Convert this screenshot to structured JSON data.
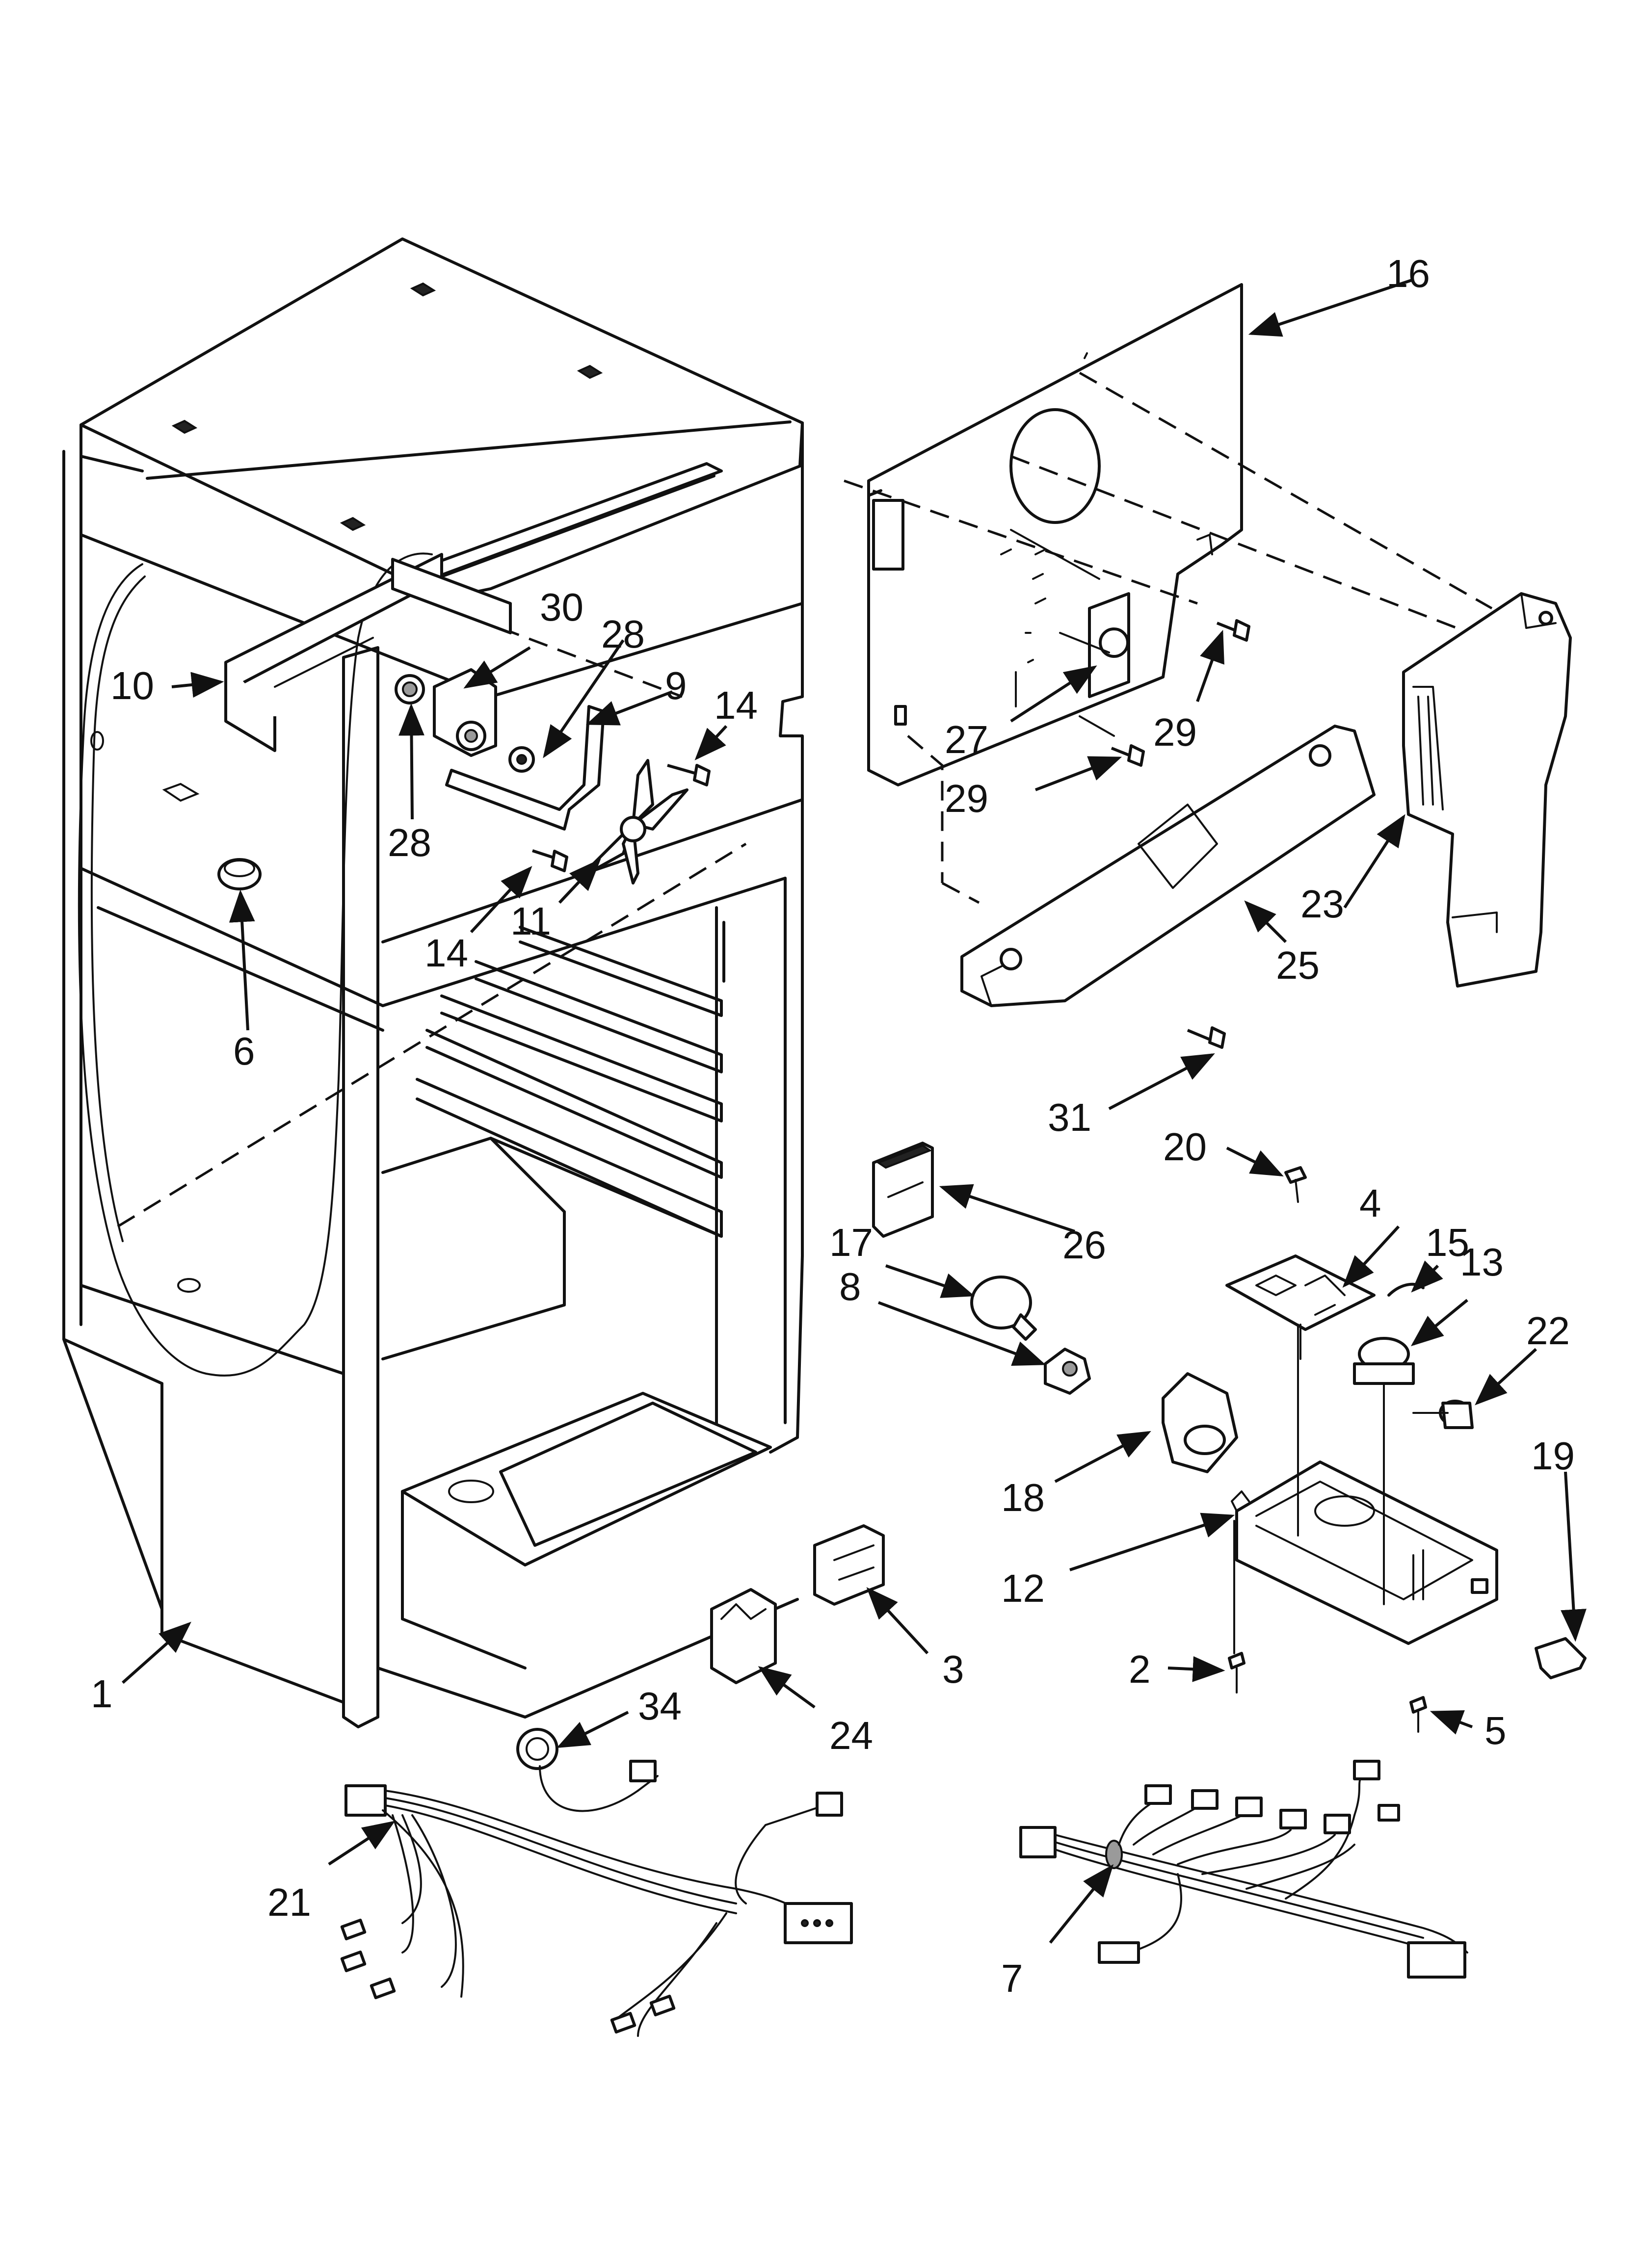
{
  "diagram": {
    "type": "exploded-parts-diagram",
    "subject": "refrigerator liner parts",
    "callouts": [
      {
        "id": "c1",
        "label": "1"
      },
      {
        "id": "c2",
        "label": "2"
      },
      {
        "id": "c3",
        "label": "3"
      },
      {
        "id": "c4",
        "label": "4"
      },
      {
        "id": "c5",
        "label": "5"
      },
      {
        "id": "c6",
        "label": "6"
      },
      {
        "id": "c7",
        "label": "7"
      },
      {
        "id": "c8",
        "label": "8"
      },
      {
        "id": "c9",
        "label": "9"
      },
      {
        "id": "c10",
        "label": "10"
      },
      {
        "id": "c11",
        "label": "11"
      },
      {
        "id": "c12",
        "label": "12"
      },
      {
        "id": "c13",
        "label": "13"
      },
      {
        "id": "c14a",
        "label": "14"
      },
      {
        "id": "c14b",
        "label": "14"
      },
      {
        "id": "c15",
        "label": "15"
      },
      {
        "id": "c16",
        "label": "16"
      },
      {
        "id": "c17",
        "label": "17"
      },
      {
        "id": "c18",
        "label": "18"
      },
      {
        "id": "c19",
        "label": "19"
      },
      {
        "id": "c20",
        "label": "20"
      },
      {
        "id": "c21",
        "label": "21"
      },
      {
        "id": "c22",
        "label": "22"
      },
      {
        "id": "c23",
        "label": "23"
      },
      {
        "id": "c24",
        "label": "24"
      },
      {
        "id": "c25",
        "label": "25"
      },
      {
        "id": "c26",
        "label": "26"
      },
      {
        "id": "c27",
        "label": "27"
      },
      {
        "id": "c28a",
        "label": "28"
      },
      {
        "id": "c28b",
        "label": "28"
      },
      {
        "id": "c29a",
        "label": "29"
      },
      {
        "id": "c29b",
        "label": "29"
      },
      {
        "id": "c30",
        "label": "30"
      },
      {
        "id": "c31",
        "label": "31"
      },
      {
        "id": "c34",
        "label": "34"
      }
    ]
  }
}
